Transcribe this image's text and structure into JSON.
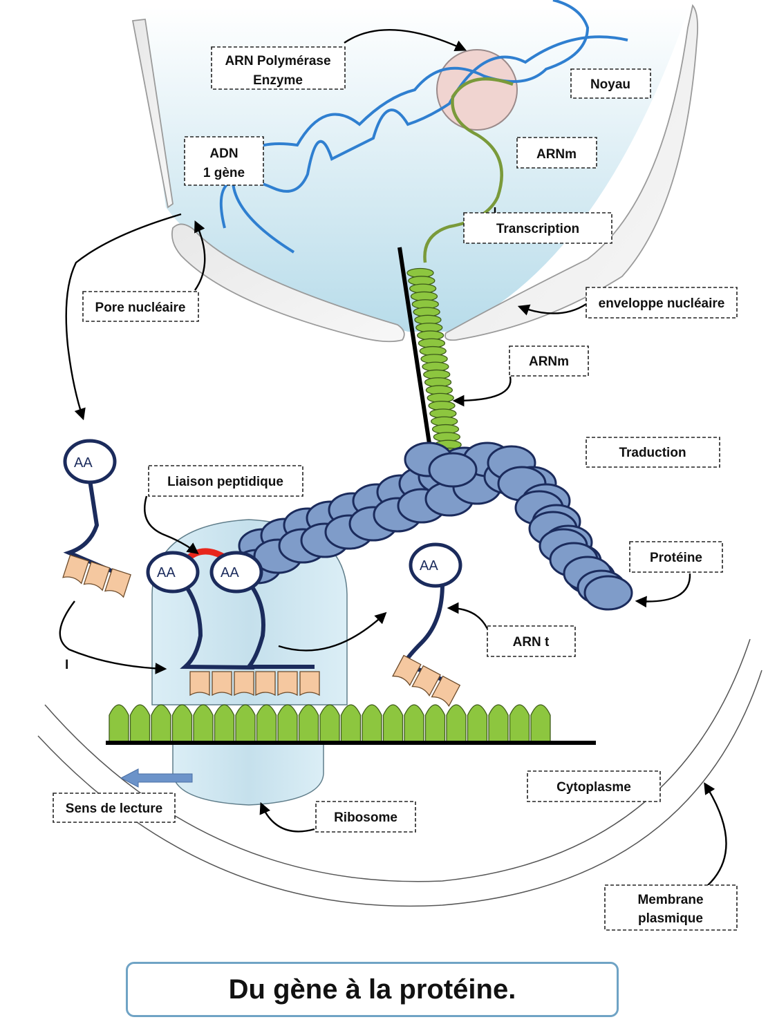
{
  "labels": {
    "arn_polymerase_1": "ARN Polymérase",
    "arn_polymerase_2": "Enzyme",
    "noyau": "Noyau",
    "adn_1": "ADN",
    "adn_2": "1 gène",
    "arnm_top": "ARNm",
    "transcription": "Transcription",
    "pore_nucleaire": "Pore nucléaire",
    "enveloppe_nucleaire": "enveloppe nucléaire",
    "arnm_mid": "ARNm",
    "traduction": "Traduction",
    "liaison_peptidique": "Liaison peptidique",
    "proteine": "Protéine",
    "arn_t": "ARN t",
    "cytoplasme": "Cytoplasme",
    "sens_de_lecture": "Sens de lecture",
    "ribosome": "Ribosome",
    "membrane_1": "Membrane",
    "membrane_2": "plasmique",
    "stray_mark": "I"
  },
  "amino_acid_label": "AA",
  "title": "Du gène à la protéine.",
  "colors": {
    "dna": "#2f7fd0",
    "mrna": "#7a9a3a",
    "codon_green": "#8dc63f",
    "protein": "#7f9cc9",
    "trna": "#1b2b5c",
    "anticodon": "#f5c8a0",
    "peptide_bond": "#e8261c",
    "nucleus_fill": "#b8dcea",
    "ribosome_fill": "#cfe4ef",
    "title_border": "#6fa3c5"
  }
}
